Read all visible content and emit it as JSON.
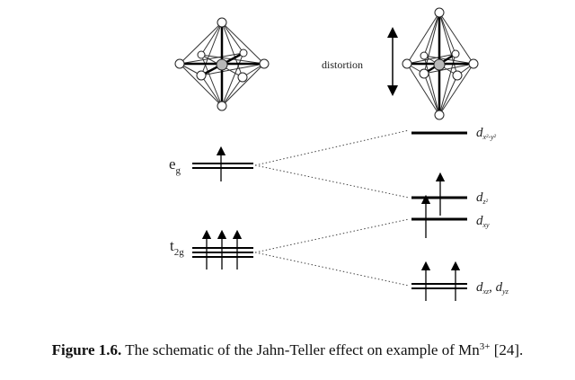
{
  "distortion_label": "distortion",
  "left_levels": {
    "eg": {
      "main": "e",
      "sub": "g"
    },
    "t2g": {
      "main": "t",
      "sub": "2g"
    }
  },
  "right_levels": {
    "dx2y2": {
      "main": "d",
      "sub": "x²-y²"
    },
    "dz2": {
      "main": "d",
      "sub": "z²"
    },
    "dxy": {
      "main": "d",
      "sub": "xy"
    },
    "dxz_dyz": {
      "main1": "d",
      "sub1": "xz",
      "sep": ", ",
      "main2": "d",
      "sub2": "yz"
    }
  },
  "caption": {
    "bold": "Figure 1.6.",
    "text": " The schematic of the Jahn-Teller effect on example of Mn",
    "sup": "3+",
    "tail": " [24]."
  }
}
